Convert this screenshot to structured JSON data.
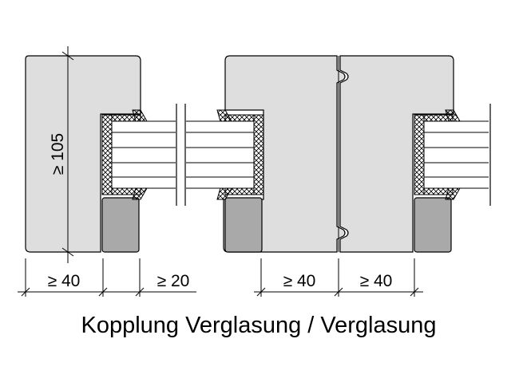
{
  "caption": "Kopplung Verglasung / Verglasung",
  "dimensions": {
    "height_label": "≥ 105",
    "left_frame_width": "≥ 40",
    "glazing_gap": "≥ 20",
    "mullion_left": "≥ 40",
    "mullion_right": "≥ 40"
  },
  "colors": {
    "frame_fill": "#dedede",
    "seal_fill": "#a9a9a9",
    "line": "#000000",
    "background": "#ffffff"
  }
}
